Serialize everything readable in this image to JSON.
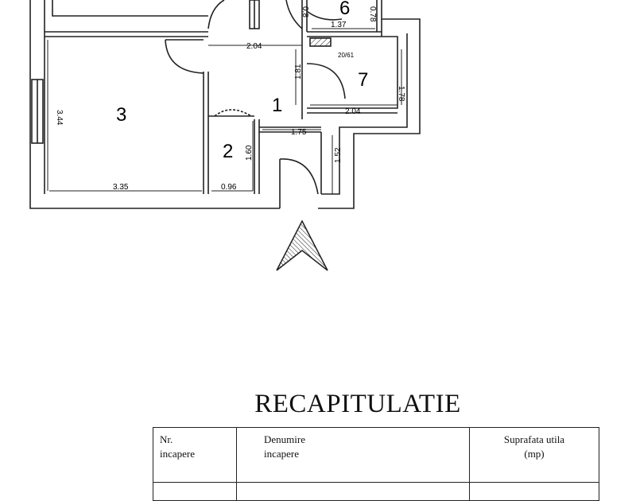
{
  "plan": {
    "rooms": [
      "1",
      "2",
      "3",
      "6",
      "7"
    ],
    "dimensions": {
      "d_2_04_top": "2.04",
      "d_1_81": "1.81",
      "d_1_78": "1.78",
      "d_2_04_room7": "2.04",
      "d_1_75": "1.75",
      "d_1_52": "1.52",
      "d_1_60": "1.60",
      "d_0_96": "0.96",
      "d_3_35": "3.35",
      "d_3_44": "3.44",
      "d_1_37": "1.37",
      "d_0_78": "0.78",
      "d_0_8": "0.8"
    },
    "shaft_note": "20/61"
  },
  "summary": {
    "title": "RECAPITULATIE",
    "headers": {
      "nr": [
        "Nr.",
        "incapere"
      ],
      "name": [
        "Denumire",
        "incapere"
      ],
      "area": [
        "Suprafata utila",
        "(mp)"
      ]
    }
  }
}
